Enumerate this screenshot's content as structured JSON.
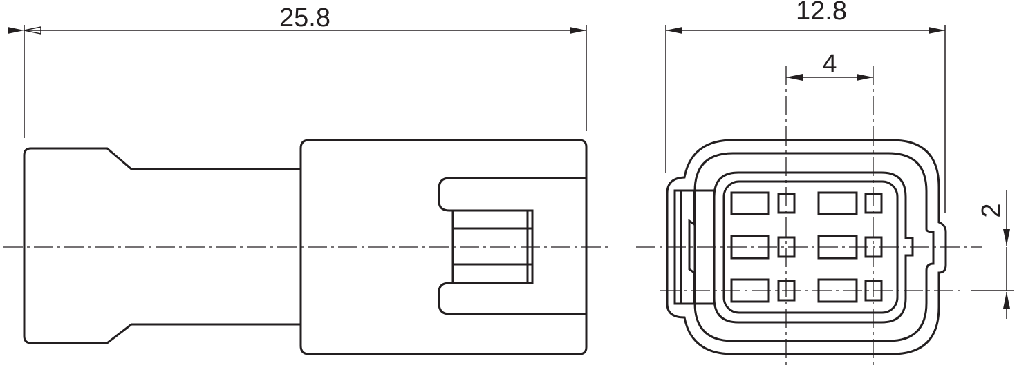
{
  "dimensions": {
    "side_length": "25.8",
    "front_width": "12.8",
    "pin_pitch_horizontal": "4",
    "pin_pitch_vertical": "2"
  },
  "colors": {
    "line": "#231f20",
    "background": "#ffffff"
  }
}
